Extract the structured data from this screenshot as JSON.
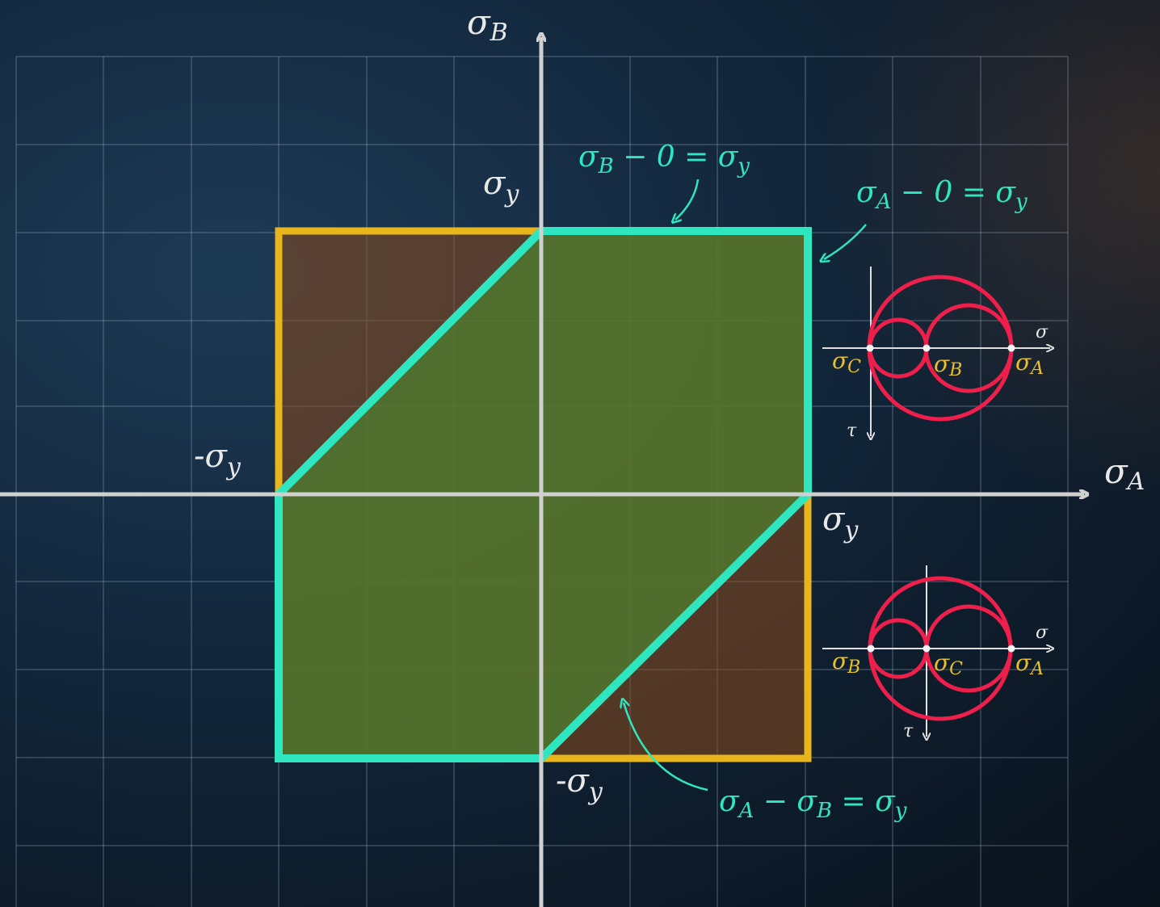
{
  "axes": {
    "x_label_main": "σ",
    "x_label_sub": "A",
    "y_label_main": "σ",
    "y_label_sub": "B",
    "pos_sigma_y_main": "σ",
    "pos_sigma_y_sub": "y",
    "neg_sigma_y_main": "-σ",
    "neg_sigma_y_sub": "y"
  },
  "equations": {
    "top_main": "σ",
    "top_sub": "B",
    "top_rest": " − 0 = σ",
    "top_sub2": "y",
    "right_main": "σ",
    "right_sub": "A",
    "right_rest": " − 0 = σ",
    "right_sub2": "y",
    "diag_main": "σ",
    "diag_sub": "A",
    "diag_mid": " − σ",
    "diag_sub2": "B",
    "diag_rest": " = σ",
    "diag_sub3": "y"
  },
  "mohr_top": {
    "sigma_axis": "σ",
    "tau_axis": "τ",
    "left_main": "σ",
    "left_sub": "C",
    "mid_main": "σ",
    "mid_sub": "B",
    "right_main": "σ",
    "right_sub": "A"
  },
  "mohr_bottom": {
    "sigma_axis": "σ",
    "tau_axis": "τ",
    "left_main": "σ",
    "left_sub": "B",
    "mid_main": "σ",
    "mid_sub": "C",
    "right_main": "σ",
    "right_sub": "A"
  },
  "colors": {
    "tresca_hexagon": "#2ee6bf",
    "rankine_square": "#e8b51c",
    "mohr_circles": "#ee1f4a",
    "axes": "#d0d0d0",
    "grid": "#8ea6bd"
  }
}
